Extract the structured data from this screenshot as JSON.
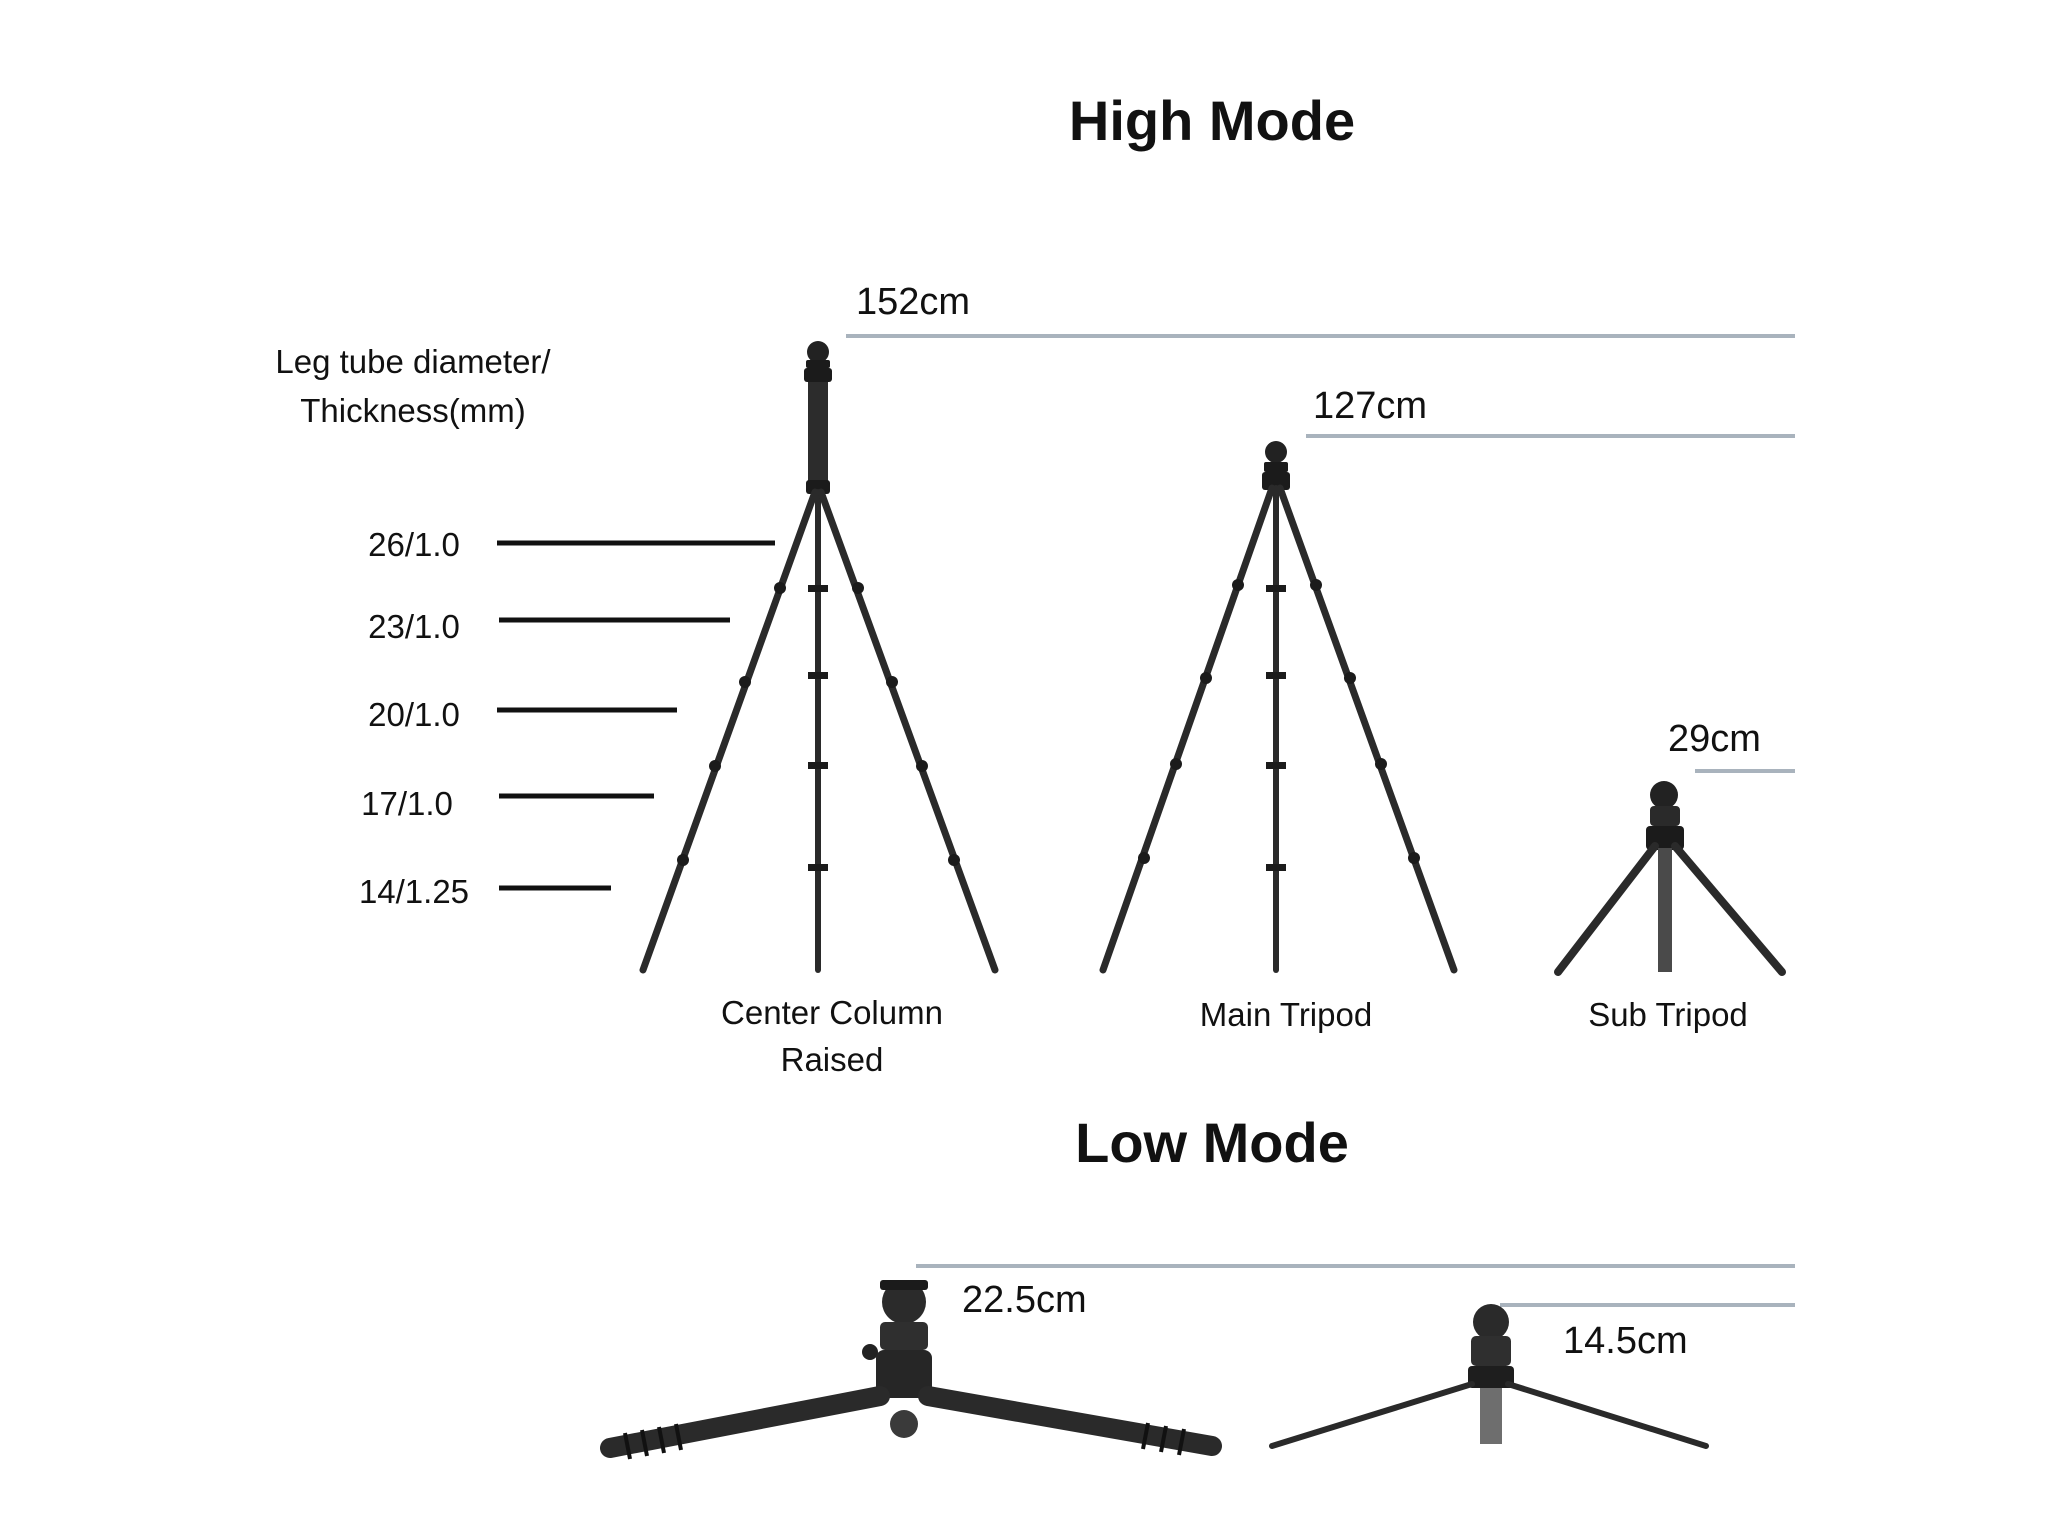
{
  "titles": {
    "high": "High Mode",
    "low": "Low Mode"
  },
  "spec_header": [
    "Leg tube diameter/",
    "Thickness(mm)"
  ],
  "specs": [
    "26/1.0",
    "23/1.0",
    "20/1.0",
    "17/1.0",
    "14/1.25"
  ],
  "high_mode": {
    "center_column": {
      "height": "152cm",
      "label": [
        "Center Column",
        "Raised"
      ]
    },
    "main_tripod": {
      "height": "127cm",
      "label": [
        "Main Tripod"
      ]
    },
    "sub_tripod": {
      "height": "29cm",
      "label": [
        "Sub Tripod"
      ]
    }
  },
  "low_mode": {
    "low_main": {
      "height": "22.5cm"
    },
    "low_sub": {
      "height": "14.5cm"
    }
  },
  "colors": {
    "reference_line": "#a9b3bd",
    "tripod_body": "#2a2a2a",
    "text": "#111111"
  }
}
